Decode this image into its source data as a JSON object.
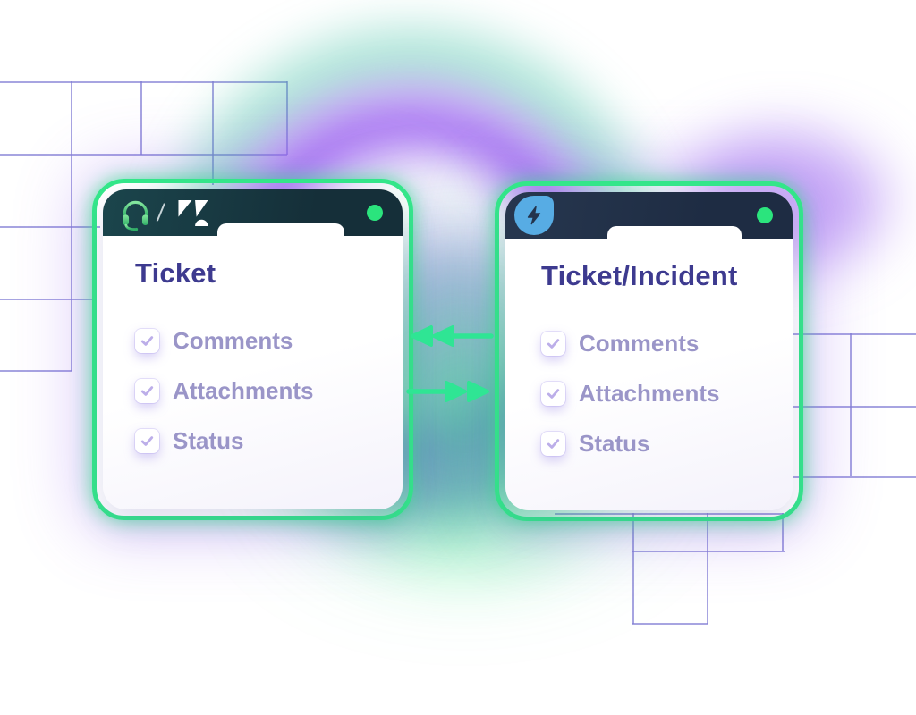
{
  "illustration": {
    "description_colors": {
      "accent_green": "#34e88a",
      "arrow_green": "#2fe594",
      "glow_purple": "#9a5ef0",
      "glow_teal": "#38bea0",
      "header_teal": "#17363f",
      "header_navy": "#24344d",
      "badge_blue": "#57ace4",
      "title_indigo": "#3d3a8f",
      "item_text_purple": "#9a95c8",
      "status_dot_green": "#2be47d",
      "grid_line_purple": "#827dd4"
    }
  },
  "left_card": {
    "title": "Ticket",
    "header": {
      "separator": "/",
      "icons": [
        "headset-icon",
        "zendesk-logo"
      ],
      "status_dot": "online"
    },
    "items": [
      {
        "label": "Comments",
        "checked": "true"
      },
      {
        "label": "Attachments",
        "checked": "true"
      },
      {
        "label": "Status",
        "checked": "true"
      }
    ]
  },
  "right_card": {
    "title": "Ticket/Incident",
    "header": {
      "icons": [
        "lightning-badge-icon"
      ],
      "status_dot": "online"
    },
    "items": [
      {
        "label": "Comments",
        "checked": "true"
      },
      {
        "label": "Attachments",
        "checked": "true"
      },
      {
        "label": "Status",
        "checked": "true"
      }
    ]
  },
  "sync": {
    "top_arrow_direction": "left",
    "bottom_arrow_direction": "right"
  }
}
